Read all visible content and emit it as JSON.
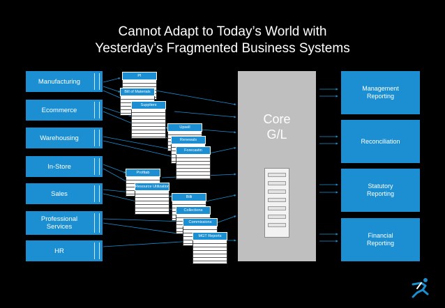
{
  "title": {
    "line1": "Cannot Adapt to Today’s World with",
    "line2": "Yesterday’s Fragmented Business Systems"
  },
  "left_systems": [
    {
      "label": "Manufacturing"
    },
    {
      "label": "Ecommerce"
    },
    {
      "label": "Warehousing"
    },
    {
      "label": "In-Store"
    },
    {
      "label": "Sales"
    },
    {
      "label": "Professional\nServices"
    },
    {
      "label": "HR"
    }
  ],
  "core": {
    "label": "Core\nG/L"
  },
  "reports": [
    {
      "label": "Management\nReporting"
    },
    {
      "label": "Reconciliation"
    },
    {
      "label": "Statutory\nReporting"
    },
    {
      "label": "Financial\nReporting"
    }
  ],
  "documents": [
    {
      "label": "PI"
    },
    {
      "label": "Bill of Materials"
    },
    {
      "label": "Suppliers"
    },
    {
      "label": "Upsell"
    },
    {
      "label": "Renewals"
    },
    {
      "label": "Forecastin"
    },
    {
      "label": "Profitab"
    },
    {
      "label": "Resource Utilization"
    },
    {
      "label": "Billi"
    },
    {
      "label": "Collections"
    },
    {
      "label": "Commissions"
    },
    {
      "label": "MGT Reports"
    }
  ],
  "colors": {
    "accent": "#1b8fd2",
    "core": "#bfbfbf",
    "background": "#000000"
  },
  "icons": {
    "server": "server-icon",
    "logo": "runner-logo-icon"
  }
}
